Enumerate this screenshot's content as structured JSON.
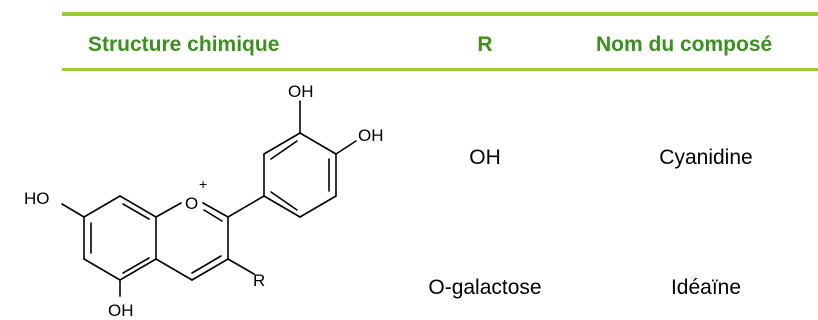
{
  "table": {
    "headers": {
      "structure": "Structure chimique",
      "r": "R",
      "name": "Nom du composé"
    },
    "rows": [
      {
        "r": "OH",
        "name": "Cyanidine"
      },
      {
        "r": "O-galactose",
        "name": "Idéaïne"
      }
    ]
  },
  "structure_labels": {
    "oh_top": "OH",
    "oh_right": "OH",
    "ho_left": "HO",
    "oxygen": "O",
    "charge": "+",
    "r_group": "R",
    "oh_bottom": "OH"
  },
  "colors": {
    "accent": "#99cc33",
    "header_text": "#3d8f1f"
  }
}
